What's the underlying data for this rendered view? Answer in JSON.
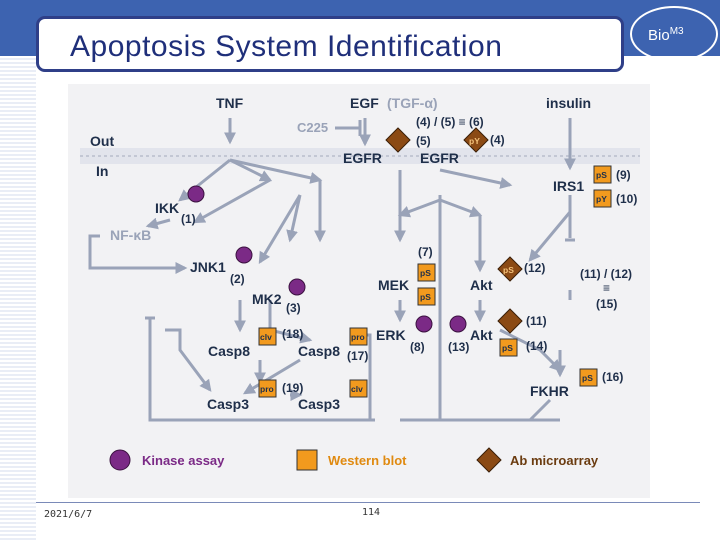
{
  "slide": {
    "title": "Apoptosis System Identification",
    "brand": "Bio",
    "brand_sup": "M3",
    "date": "2021/6/7",
    "page": "114"
  },
  "colors": {
    "header_blue": "#3d63b0",
    "title_border": "#2f3f88",
    "kinase": "#7b2a86",
    "western": "#f29a1e",
    "antibody": "#8b4a14",
    "edge_gray": "#9aa3b8"
  },
  "diagram": {
    "compartments": {
      "out": "Out",
      "in": "In"
    },
    "nodes": {
      "tnf": "TNF",
      "egf": "EGF",
      "tgf": "(TGF-α)",
      "insulin": "insulin",
      "c225": "C225",
      "egfr1": "EGFR",
      "egfr2": "EGFR",
      "irs1": "IRS1",
      "ikk": "IKK",
      "nfkb": "NF-κB",
      "jnk1": "JNK1",
      "mk2": "MK2",
      "mek": "MEK",
      "akt1": "Akt",
      "erk": "ERK",
      "akt2": "Akt",
      "casp8a": "Casp8",
      "casp8b": "Casp8",
      "casp3a": "Casp3",
      "casp3b": "Casp3",
      "fkhr": "FKHR"
    },
    "numbers": {
      "egf_refs": "(4) / (5) ≡ (6)",
      "n5": "(5)",
      "n4": "(4)",
      "n9": "(9)",
      "n10": "(10)",
      "ikk_n": "(1)",
      "jnk_n": "(2)",
      "mk2_n": "(3)",
      "mek_n": "(7)",
      "n12": "(12)",
      "n11_12": "(11) / (12)",
      "equiv": "≡",
      "n15": "(15)",
      "n18": "(18)",
      "n17": "(17)",
      "erk_n": "(8)",
      "akt2_n": "(13)",
      "n11": "(11)",
      "n14": "(14)",
      "n19": "(19)",
      "n16": "(16)"
    },
    "tags": {
      "py": "pY",
      "ps": "pS",
      "clv": "clv",
      "pro": "pro"
    },
    "legend": {
      "kinase": "Kinase assay",
      "western": "Western blot",
      "antibody": "Ab microarray"
    }
  }
}
